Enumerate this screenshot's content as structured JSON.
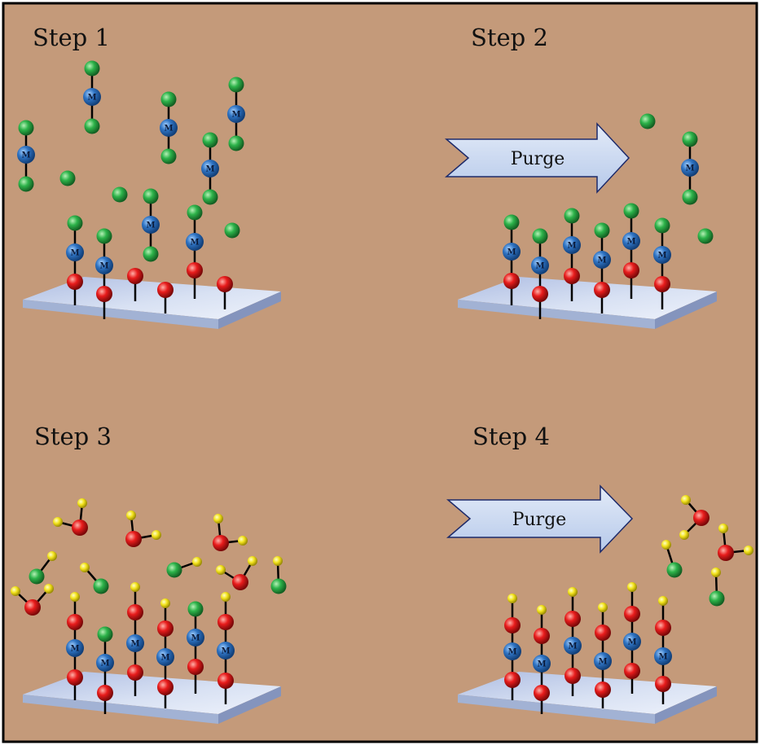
{
  "steps": [
    {
      "label": "Step 1"
    },
    {
      "label": "Step 2"
    },
    {
      "label": "Step 3"
    },
    {
      "label": "Step 4"
    }
  ],
  "arrows": {
    "step2": "Purge",
    "step4": "Purge"
  },
  "metal_symbol": "M",
  "colors": {
    "background": "#c49a7a",
    "border": "#000000",
    "substrate": "#cdd8ee",
    "metal": "#2f74c4",
    "oxygen": "#e02020",
    "ligand": "#2db34a",
    "hydrogen": "#f2e21a",
    "arrow_fill": "#c9d7ef"
  }
}
